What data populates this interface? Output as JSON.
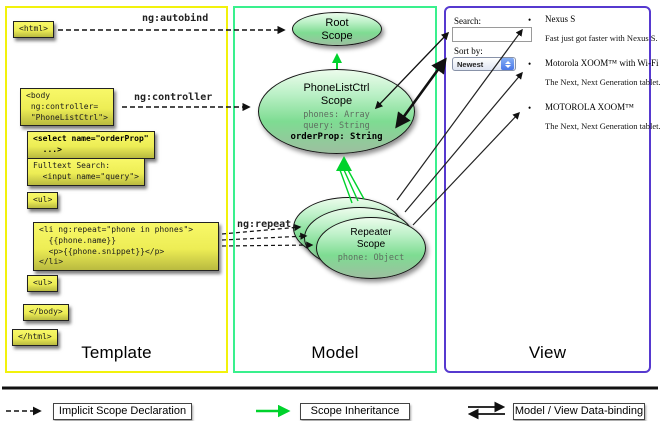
{
  "template_panel": {
    "label": "Template",
    "boxes": [
      {
        "id": "html-open",
        "text": "<html>"
      },
      {
        "id": "body-open",
        "text": "<body\n ng:controller=\n \"PhoneListCtrl\">"
      },
      {
        "id": "select",
        "text": "<select name=\"orderProp\"\n  ...>"
      },
      {
        "id": "fulltext",
        "text": "Fulltext Search:\n  <input name=\"query\">"
      },
      {
        "id": "ul-open",
        "text": "<ul>"
      },
      {
        "id": "li-repeat",
        "text": "<li ng:repeat=\"phone in phones\">\n  {{phone.name}}\n  <p>{{phone.snippet}}</p>\n</li>"
      },
      {
        "id": "ul-close",
        "text": "<ul>"
      },
      {
        "id": "body-close",
        "text": "</body>"
      },
      {
        "id": "html-close",
        "text": "</html>"
      }
    ]
  },
  "model_panel": {
    "label": "Model",
    "root_scope": {
      "title": "Root\nScope"
    },
    "phonelist_scope": {
      "title": "PhoneListCtrl\nScope",
      "props": [
        "phones: Array",
        "query: String"
      ],
      "bold_prop": "orderProp: String"
    },
    "repeater_scope": {
      "title": "Repeater\nScope",
      "prop": "phone: Object"
    }
  },
  "view_panel": {
    "label": "View",
    "search_label": "Search:",
    "search_value": "",
    "sort_label": "Sort by:",
    "sort_value": "Newest",
    "items": [
      {
        "title": "Nexus S",
        "desc": "Fast just got faster with Nexus S."
      },
      {
        "title": "Motorola XOOM™  with Wi-Fi",
        "desc": "The Next, Next Generation tablet."
      },
      {
        "title": "MOTOROLA XOOM™",
        "desc": "The Next, Next Generation tablet."
      }
    ]
  },
  "arrows": {
    "autobind_label": "ng:autobind",
    "controller_label": "ng:controller",
    "repeat_label": "ng:repeat"
  },
  "legend": {
    "implicit": "Implicit Scope Declaration",
    "inheritance": "Scope Inheritance",
    "databinding": "Model / View Data-binding"
  },
  "colors": {
    "template_border": "#f2f20c",
    "model_border": "#39f08d",
    "view_border": "#5639cf",
    "code_box_yellow": "#f0f050",
    "scope_green": "#7edc92",
    "inheritance_arrow_green": "#00d22c",
    "arrow_black": "#111111"
  }
}
